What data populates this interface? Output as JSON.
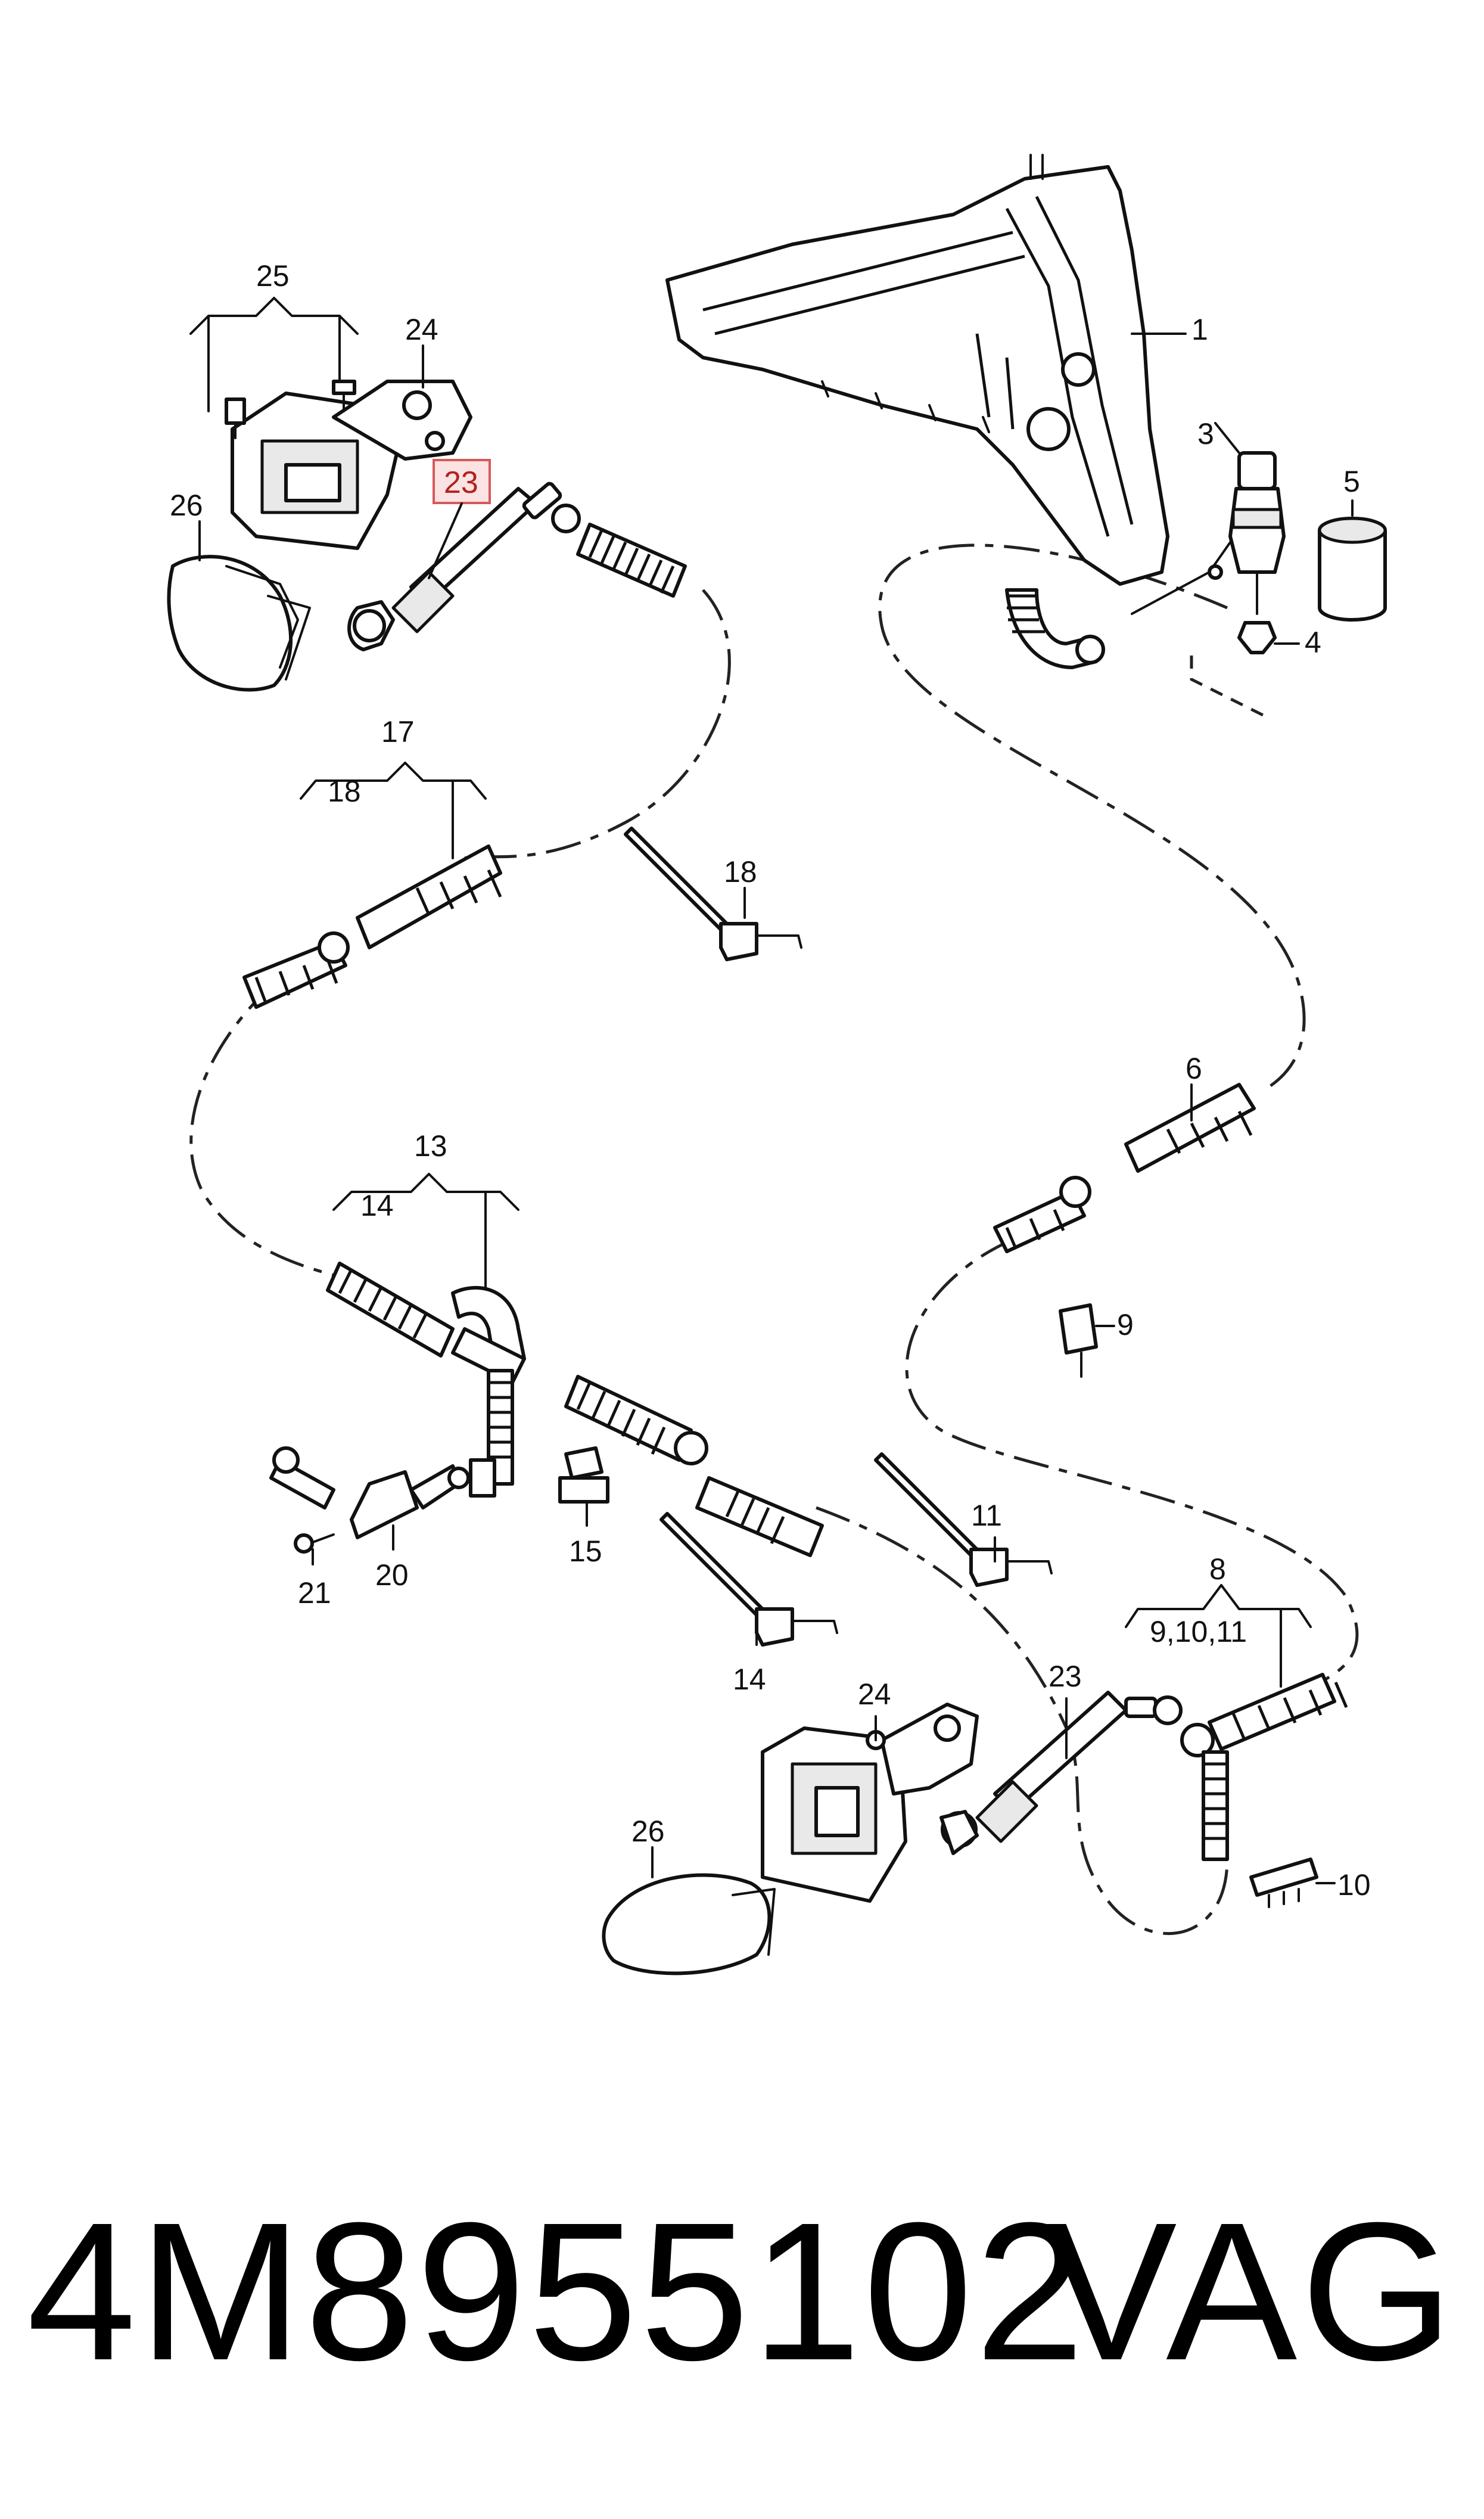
{
  "diagram": {
    "callouts": {
      "c1": "1",
      "c3": "3",
      "c4": "4",
      "c5": "5",
      "c6": "6",
      "c8": "8",
      "c8sub": "9,10,11",
      "c9": "9",
      "c10": "10",
      "c11": "11",
      "c13": "13",
      "c14a": "14",
      "c14b": "14",
      "c15": "15",
      "c17": "17",
      "c18a": "18",
      "c18b": "18",
      "c20": "20",
      "c21": "21",
      "c23a": "23",
      "c23b": "23",
      "c24a": "24",
      "c24b": "24",
      "c25": "25",
      "c26a": "26",
      "c26b": "26"
    },
    "highlighted_part": "23",
    "highlight_color": "#d65a5a"
  },
  "footer": {
    "part_number": "4M8955102",
    "brand": "VAG"
  }
}
